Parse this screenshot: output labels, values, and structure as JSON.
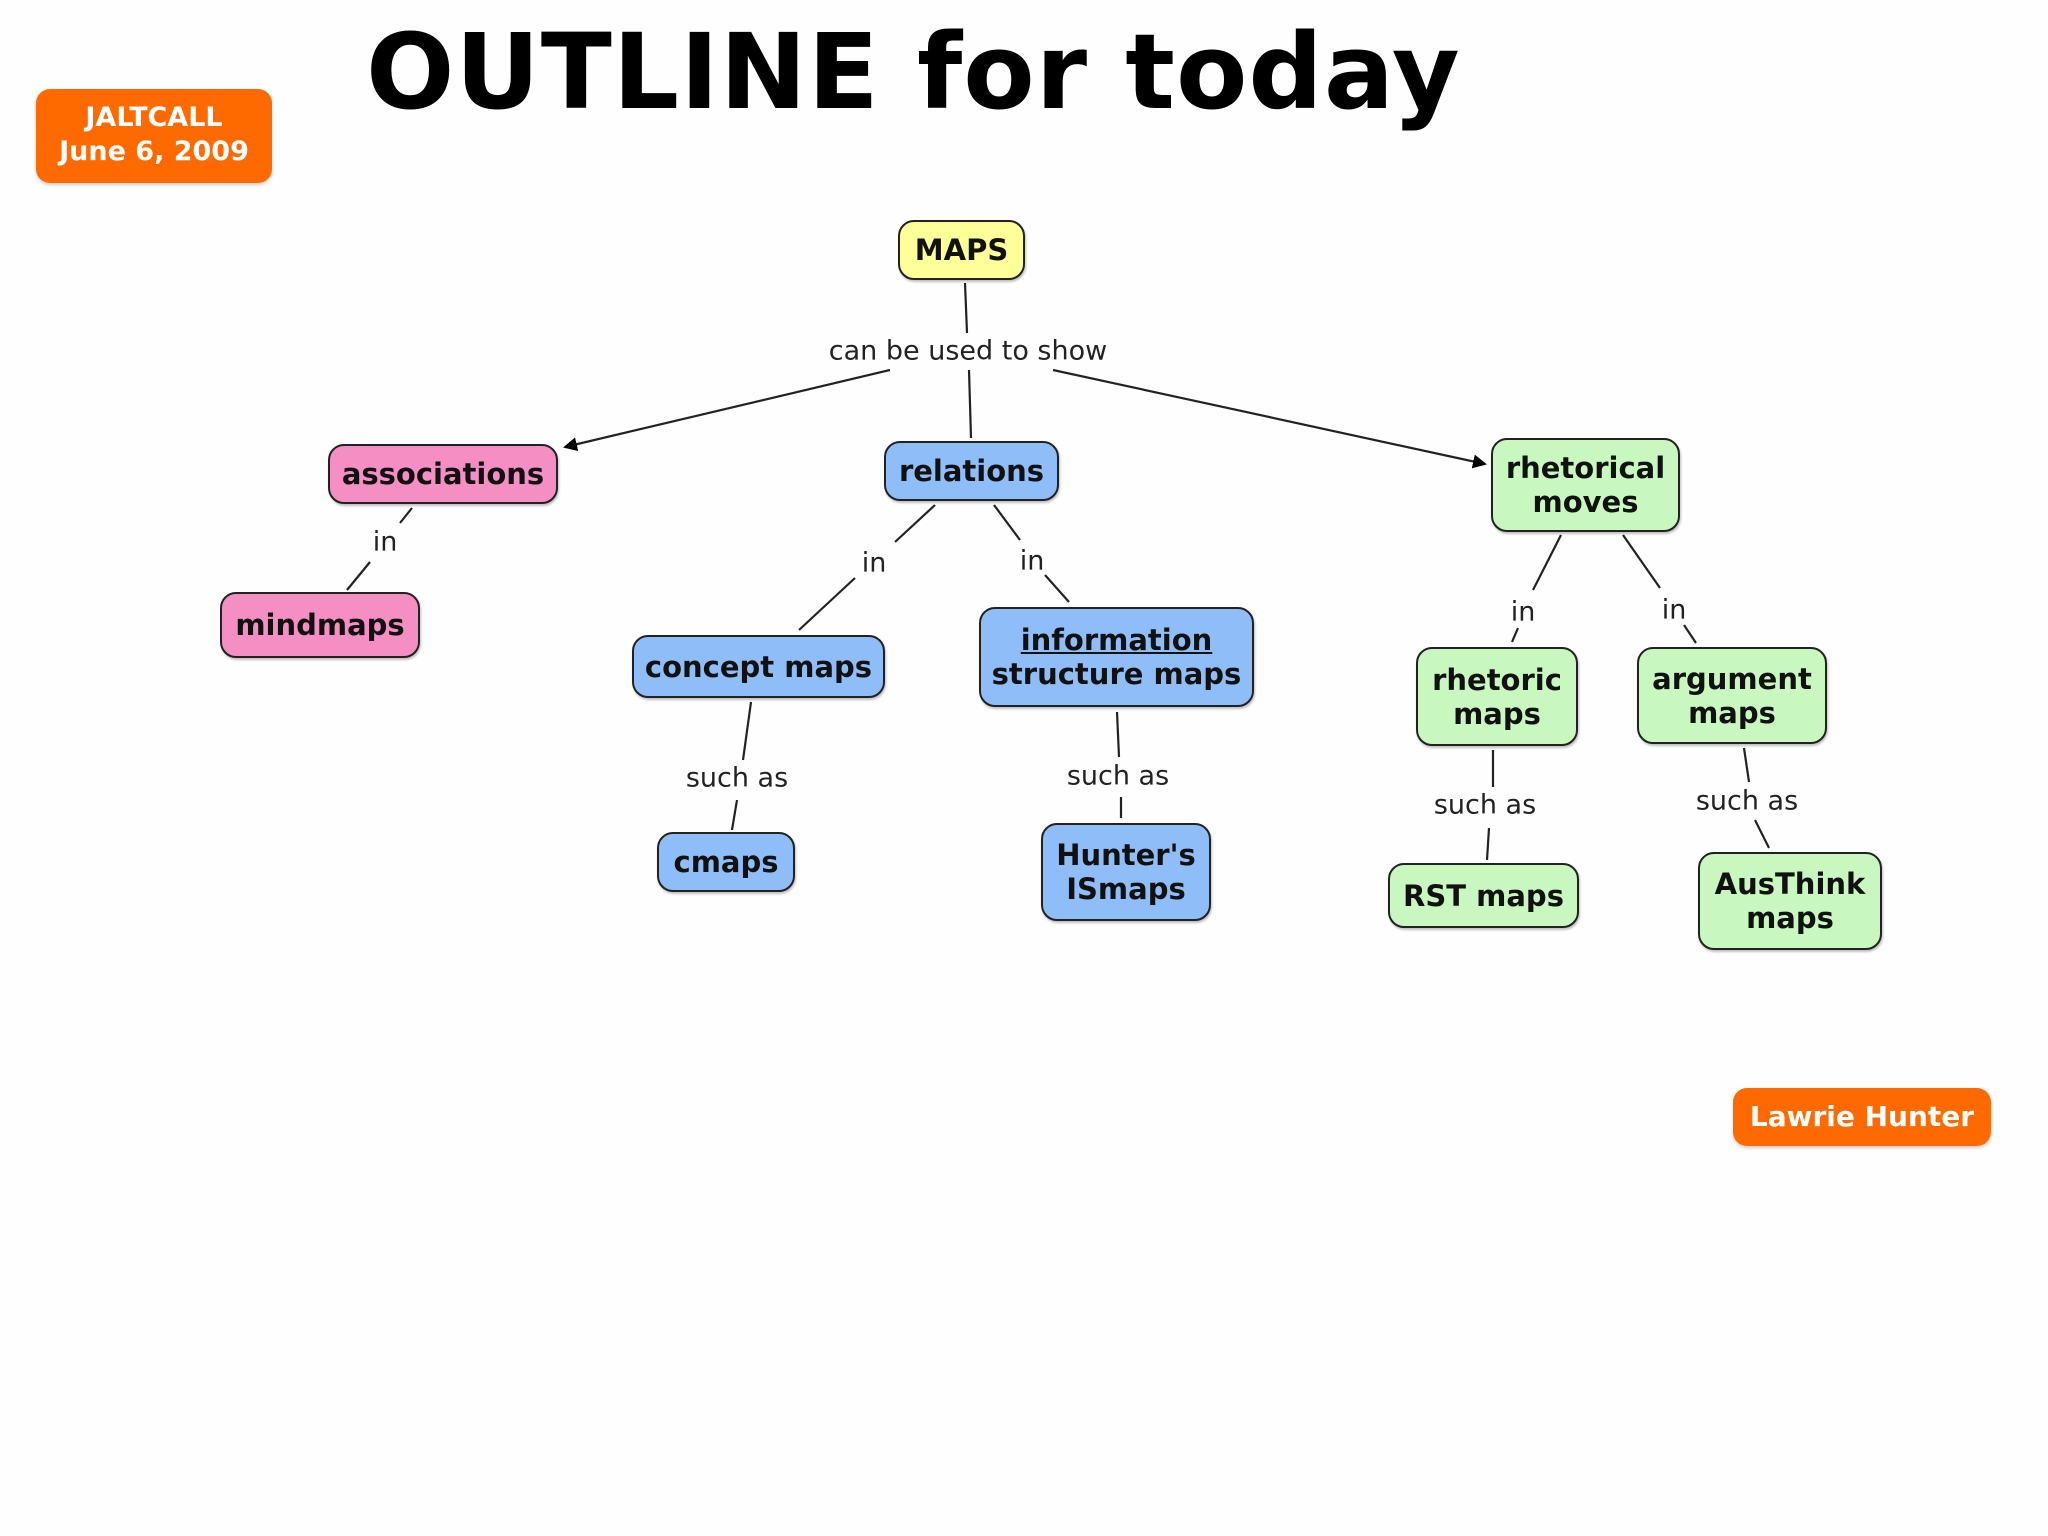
{
  "title": "OUTLINE for today",
  "event_badge": {
    "line1": "JALTCALL",
    "line2": "June 6, 2009"
  },
  "author_badge": "Lawrie Hunter",
  "colors": {
    "badge": "#ff6a00",
    "maps": "#ffff99",
    "associations": "#f58ec3",
    "relations": "#8fbdf8",
    "rhetorical": "#c8f7c0"
  },
  "nodes": {
    "maps": [
      "MAPS"
    ],
    "associations": [
      "associations"
    ],
    "mindmaps": [
      "mindmaps"
    ],
    "relations": [
      "relations"
    ],
    "concept_maps": [
      "concept maps"
    ],
    "cmaps": [
      "cmaps"
    ],
    "information_structure_maps": [
      "information",
      "structure maps"
    ],
    "hunters_ismaps": [
      "Hunter's",
      "ISmaps"
    ],
    "rhetorical_moves": [
      "rhetorical",
      "moves"
    ],
    "rhetoric_maps": [
      "rhetoric",
      "maps"
    ],
    "rst_maps": [
      "RST maps"
    ],
    "argument_maps": [
      "argument",
      "maps"
    ],
    "austhink_maps": [
      "AusThink",
      "maps"
    ]
  },
  "links": {
    "can_be_used_to_show": "can be used to show",
    "assoc_in": "in",
    "rel_in_concept": "in",
    "rel_in_info": "in",
    "concept_such_as": "such as",
    "info_such_as": "such as",
    "rhet_in_rhetoric": "in",
    "rhet_in_argument": "in",
    "rhetoric_such_as": "such as",
    "argument_such_as": "such as"
  }
}
